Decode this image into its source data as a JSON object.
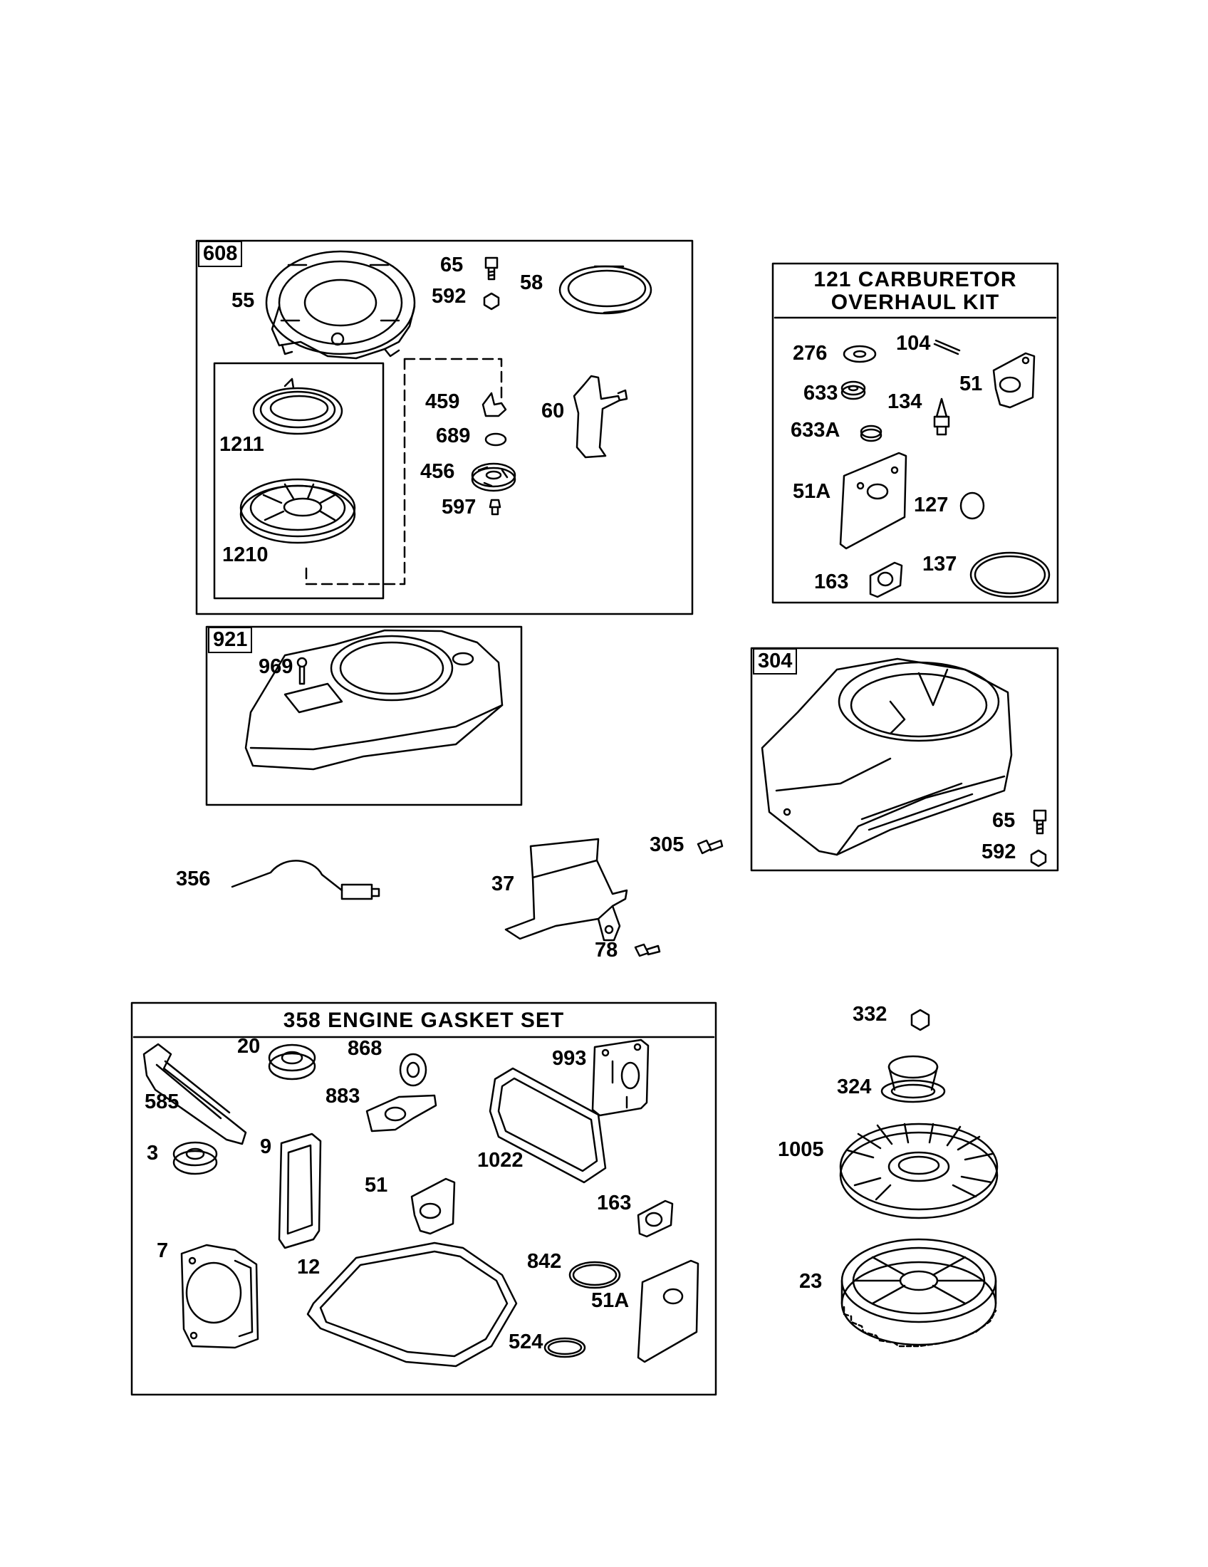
{
  "top_kit": {
    "tag": "608",
    "parts": [
      "55",
      "65",
      "592",
      "58",
      "1211",
      "1210",
      "459",
      "689",
      "456",
      "597",
      "60"
    ]
  },
  "carb_kit": {
    "title_line1": "121  CARBURETOR",
    "title_line2": "OVERHAUL  KIT",
    "parts": [
      "276",
      "104",
      "633",
      "134",
      "51",
      "633A",
      "51A",
      "127",
      "163",
      "137"
    ]
  },
  "shroud_921": {
    "tag": "921",
    "parts": [
      "969"
    ]
  },
  "shroud_304": {
    "tag": "304",
    "parts": [
      "65",
      "592"
    ]
  },
  "loose": [
    "305",
    "356",
    "37",
    "78",
    "332",
    "324",
    "1005",
    "23"
  ],
  "gasket_kit": {
    "title": "358  ENGINE  GASKET  SET",
    "parts": [
      "20",
      "868",
      "993",
      "585",
      "883",
      "1022",
      "3",
      "9",
      "51",
      "163",
      "7",
      "12",
      "842",
      "51A",
      "524"
    ]
  }
}
